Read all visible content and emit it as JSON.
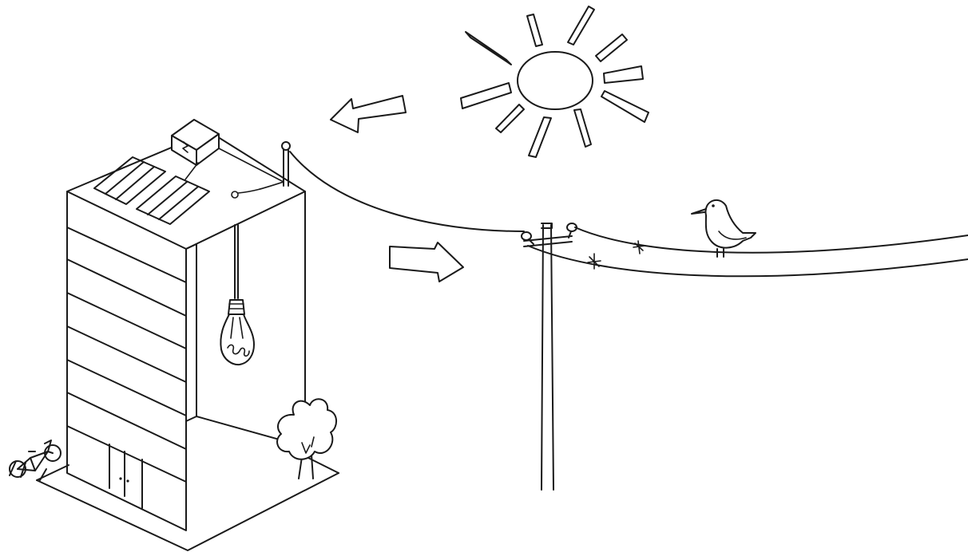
{
  "scene": {
    "ink_color": "#1a1a1a",
    "background_color": "#ffffff",
    "elements": [
      {
        "name": "sun",
        "icon": "sun-icon"
      },
      {
        "name": "arrow-to-building",
        "icon": "arrow-left-icon"
      },
      {
        "name": "arrow-to-grid",
        "icon": "arrow-right-icon"
      },
      {
        "name": "building",
        "icon": "building-icon"
      },
      {
        "name": "solar-panels",
        "icon": "solar-panel-icon"
      },
      {
        "name": "inverter-box",
        "icon": "lightning-box-icon"
      },
      {
        "name": "roof-mast",
        "icon": "mast-icon"
      },
      {
        "name": "hanging-lightbulb",
        "icon": "lightbulb-icon"
      },
      {
        "name": "tree",
        "icon": "tree-icon"
      },
      {
        "name": "bicycle",
        "icon": "bicycle-icon"
      },
      {
        "name": "utility-pole",
        "icon": "utility-pole-icon"
      },
      {
        "name": "power-lines",
        "icon": "power-line-icon"
      },
      {
        "name": "bird",
        "icon": "bird-icon"
      }
    ]
  }
}
